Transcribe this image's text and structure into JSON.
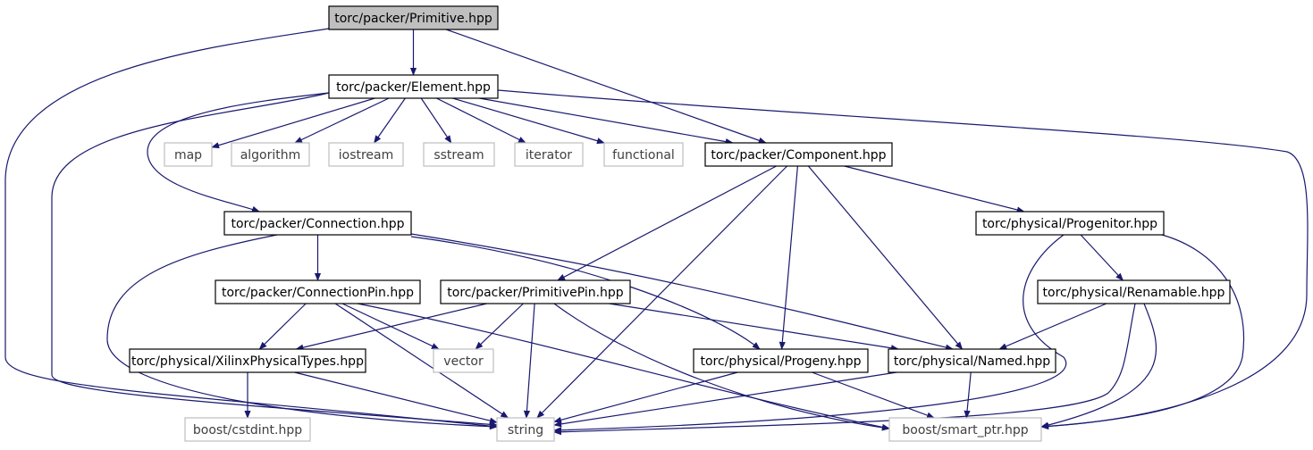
{
  "colors": {
    "edge": "#191970",
    "root_fill": "#bfbfbf",
    "external_border": "#bfbfbf"
  },
  "nodes": {
    "primitive": "torc/packer/Primitive.hpp",
    "element": "torc/packer/Element.hpp",
    "map": "map",
    "algorithm": "algorithm",
    "iostream": "iostream",
    "sstream": "sstream",
    "iterator": "iterator",
    "functional": "functional",
    "component": "torc/packer/Component.hpp",
    "connection": "torc/packer/Connection.hpp",
    "progenitor": "torc/physical/Progenitor.hpp",
    "connectionpin": "torc/packer/ConnectionPin.hpp",
    "primitivepin": "torc/packer/PrimitivePin.hpp",
    "renamable": "torc/physical/Renamable.hpp",
    "xilinx": "torc/physical/XilinxPhysicalTypes.hpp",
    "vector": "vector",
    "progeny": "torc/physical/Progeny.hpp",
    "named": "torc/physical/Named.hpp",
    "cstdint": "boost/cstdint.hpp",
    "string": "string",
    "smartptr": "boost/smart_ptr.hpp"
  },
  "edges": [
    [
      "primitive",
      "element"
    ],
    [
      "primitive",
      "component"
    ],
    [
      "primitive",
      "string"
    ],
    [
      "element",
      "map"
    ],
    [
      "element",
      "algorithm"
    ],
    [
      "element",
      "iostream"
    ],
    [
      "element",
      "sstream"
    ],
    [
      "element",
      "iterator"
    ],
    [
      "element",
      "functional"
    ],
    [
      "element",
      "component"
    ],
    [
      "element",
      "connection"
    ],
    [
      "element",
      "string"
    ],
    [
      "element",
      "smartptr"
    ],
    [
      "component",
      "primitivepin"
    ],
    [
      "component",
      "string"
    ],
    [
      "component",
      "progeny"
    ],
    [
      "component",
      "named"
    ],
    [
      "component",
      "progenitor"
    ],
    [
      "connection",
      "connectionpin"
    ],
    [
      "connection",
      "string"
    ],
    [
      "connection",
      "progeny"
    ],
    [
      "connection",
      "named"
    ],
    [
      "progenitor",
      "renamable"
    ],
    [
      "progenitor",
      "string"
    ],
    [
      "progenitor",
      "smartptr"
    ],
    [
      "connectionpin",
      "xilinx"
    ],
    [
      "connectionpin",
      "vector"
    ],
    [
      "connectionpin",
      "string"
    ],
    [
      "connectionpin",
      "smartptr"
    ],
    [
      "primitivepin",
      "xilinx"
    ],
    [
      "primitivepin",
      "vector"
    ],
    [
      "primitivepin",
      "string"
    ],
    [
      "primitivepin",
      "named"
    ],
    [
      "primitivepin",
      "smartptr"
    ],
    [
      "renamable",
      "named"
    ],
    [
      "renamable",
      "string"
    ],
    [
      "renamable",
      "smartptr"
    ],
    [
      "xilinx",
      "cstdint"
    ],
    [
      "xilinx",
      "string"
    ],
    [
      "progeny",
      "string"
    ],
    [
      "progeny",
      "smartptr"
    ],
    [
      "named",
      "string"
    ],
    [
      "named",
      "smartptr"
    ]
  ]
}
